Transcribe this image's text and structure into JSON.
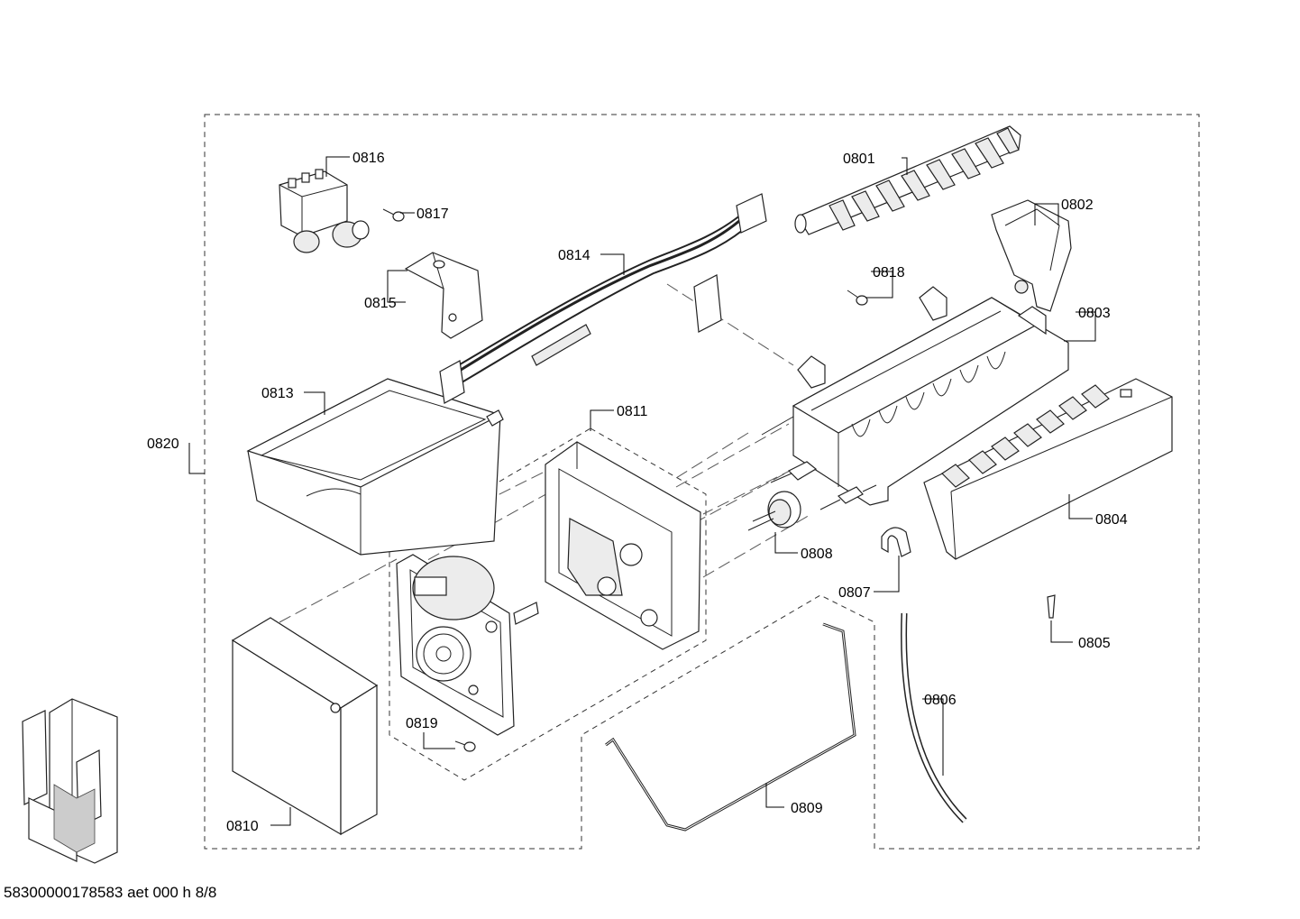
{
  "diagram": {
    "parts": [
      {
        "id": "0801"
      },
      {
        "id": "0802"
      },
      {
        "id": "0803"
      },
      {
        "id": "0804"
      },
      {
        "id": "0805"
      },
      {
        "id": "0806"
      },
      {
        "id": "0807"
      },
      {
        "id": "0808"
      },
      {
        "id": "0809"
      },
      {
        "id": "0810"
      },
      {
        "id": "0811"
      },
      {
        "id": "0813"
      },
      {
        "id": "0814"
      },
      {
        "id": "0815"
      },
      {
        "id": "0816"
      },
      {
        "id": "0817"
      },
      {
        "id": "0818"
      },
      {
        "id": "0819"
      },
      {
        "id": "0820"
      }
    ]
  },
  "footer": {
    "text": "58300000178583 aet 000 h 8/8"
  }
}
